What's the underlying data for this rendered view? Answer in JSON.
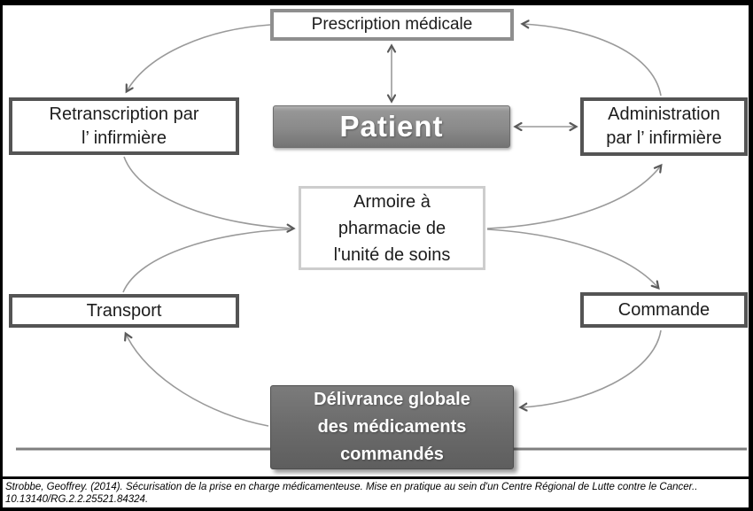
{
  "diagram": {
    "nodes": {
      "prescription": {
        "label": "Prescription médicale"
      },
      "patient": {
        "label": "Patient"
      },
      "retranscription": {
        "label": "Retranscription par\nl’ infirmière"
      },
      "administration": {
        "label": "Administration\npar l’ infirmière"
      },
      "armoire": {
        "label": "Armoire à\npharmacie de\nl'unité de soins"
      },
      "transport": {
        "label": "Transport"
      },
      "commande": {
        "label": "Commande"
      },
      "delivrance": {
        "label": "Délivrance globale\ndes médicaments\ncommandés"
      }
    },
    "connections": [
      "prescription -> retranscription",
      "administration -> prescription",
      "prescription <-> patient",
      "patient <-> administration",
      "retranscription -> armoire",
      "transport -> armoire",
      "armoire -> administration",
      "armoire -> commande",
      "commande -> delivrance",
      "delivrance -> transport"
    ],
    "colors": {
      "frame": "#000000",
      "box_border_dark": "#545454",
      "box_border_medium": "#8e8e8e",
      "box_border_light": "#cdcdcd",
      "patient_fill": "#8a8a8a",
      "delivrance_fill": "#6b6b6b",
      "arrow_line": "#9a9a9a",
      "arrow_head": "#5a5a5a",
      "divider_line": "#7f7f7f",
      "box_text": "#1c1c1c",
      "inverse_text": "#ffffff"
    }
  },
  "citation": {
    "text": "Strobbe, Geoffrey. (2014). Sécurisation de la prise en charge médicamenteuse. Mise en pratique au sein d'un Centre Régional de Lutte contre le Cancer..\n10.13140/RG.2.2.25521.84324."
  }
}
